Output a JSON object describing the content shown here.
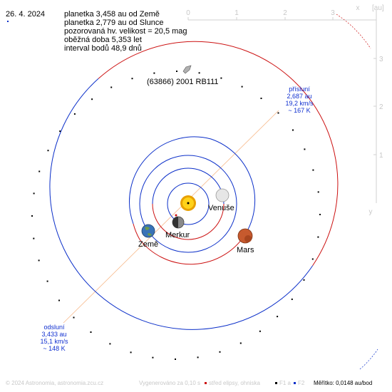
{
  "header": {
    "date": "26. 4. 2024",
    "lines": [
      "planetka 3,458 au od Země",
      "planetka 2,779 au od Slunce",
      "pozorovaná hv. velikost = 20,5 mag",
      "oběžná doba 5,353 let",
      "interval bodů 48,9 dnů"
    ]
  },
  "axes": {
    "unit": "[au]",
    "x_label": "x",
    "y_label": "y",
    "x_ticks": [
      "0",
      "1",
      "2",
      "3"
    ],
    "y_ticks": [
      "3",
      "2",
      "1"
    ]
  },
  "asteroid_name": "(63866) 2001 RB111",
  "perihelion": {
    "title": "přísluní",
    "distance": "2,687 au",
    "speed": "19,2 km/s",
    "temperature": "~ 167 K"
  },
  "aphelion": {
    "title": "odsluní",
    "distance": "3,433 au",
    "speed": "15,1 km/s",
    "temperature": "~ 148 K"
  },
  "planets": {
    "venus": "Venuše",
    "mercury": "Merkur",
    "earth": "Země",
    "mars": "Mars"
  },
  "footer": {
    "copyright": "© 2024 Astronomia, astronomia.zcu.cz",
    "generated": "Vygenerováno za 0,10 s",
    "legend_center": "střed elipsy, ohniska",
    "legend_f1": "F1 a",
    "legend_f2": "F2",
    "scale": "Měřítko: 0,0148 au/bod"
  },
  "colors": {
    "orbit_above": "#cc1111",
    "orbit_below": "#0b2fc9",
    "axis_gray": "#c8c8c8",
    "apsis_line": "#f7b98a"
  }
}
